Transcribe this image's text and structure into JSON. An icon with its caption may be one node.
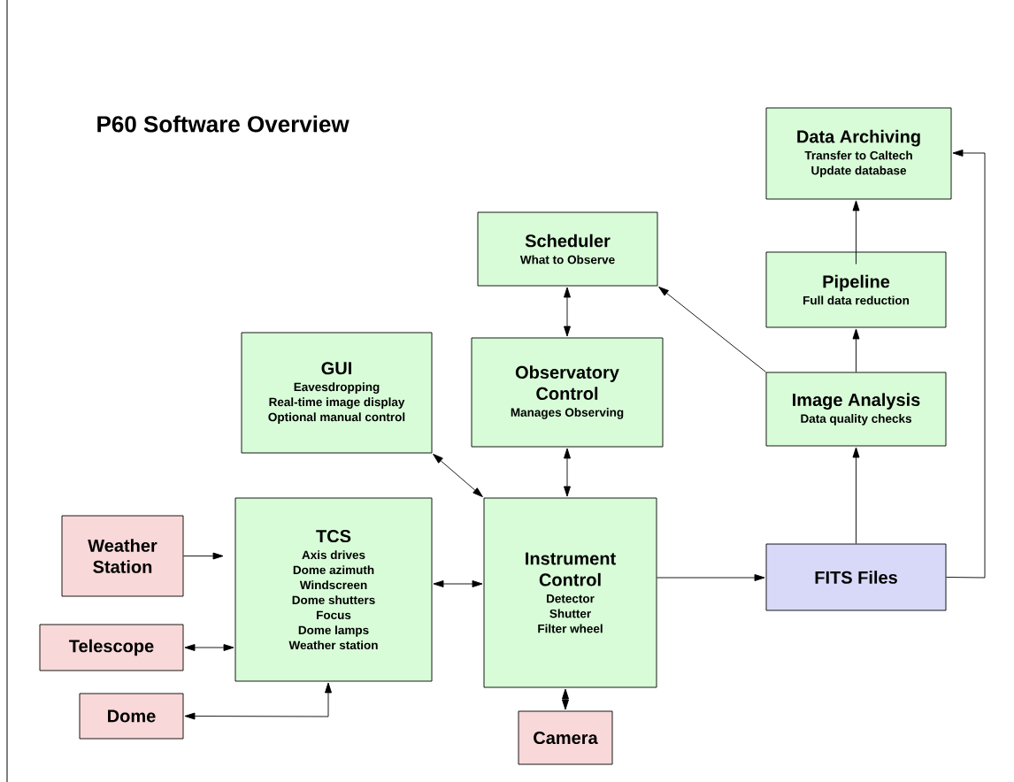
{
  "diagram": {
    "title": "P60 Software Overview",
    "nodes": [
      {
        "text": [
          "Data Archiving",
          "Transfer to Caltech",
          "Update database"
        ]
      },
      {
        "text": [
          "Scheduler",
          "What to Observe"
        ]
      },
      {
        "text": [
          "Pipeline",
          "Full data reduction"
        ]
      },
      {
        "text": [
          "GUI",
          "Eavesdropping",
          "Real-time image display",
          "Optional manual control"
        ]
      },
      {
        "text": [
          "Observatory Control",
          "Manages Observing"
        ]
      },
      {
        "text": [
          "Image Analysis",
          "Data quality checks"
        ]
      },
      {
        "text": [
          "Weather Station"
        ]
      },
      {
        "text": [
          "TCS",
          "Axis drives",
          "Dome azimuth",
          "Windscreen",
          "Dome shutters",
          "Focus",
          "Dome lamps",
          "Weather station"
        ]
      },
      {
        "text": [
          "Instrument Control",
          "Detector",
          "Shutter",
          "Filter wheel"
        ]
      },
      {
        "text": [
          "FITS Files"
        ]
      },
      {
        "text": [
          "Telescope"
        ]
      },
      {
        "text": [
          "Dome"
        ]
      },
      {
        "text": [
          "Camera"
        ]
      }
    ],
    "edges": [
      {
        "from": 6,
        "to": 7,
        "arrow": "to"
      },
      {
        "from": 10,
        "to": 7,
        "arrow": "both"
      },
      {
        "from": 11,
        "to": 7,
        "arrow": "both"
      },
      {
        "from": 7,
        "to": 8,
        "arrow": "both"
      },
      {
        "from": 3,
        "to": 8,
        "arrow": "both"
      },
      {
        "from": 4,
        "to": 8,
        "arrow": "both"
      },
      {
        "from": 1,
        "to": 4,
        "arrow": "both"
      },
      {
        "from": 8,
        "to": 9,
        "arrow": "to"
      },
      {
        "from": 9,
        "to": 5,
        "arrow": "to"
      },
      {
        "from": 5,
        "to": 2,
        "arrow": "to"
      },
      {
        "from": 2,
        "to": 0,
        "arrow": "to"
      },
      {
        "from": 5,
        "to": 1,
        "arrow": "to"
      },
      {
        "from": 8,
        "to": 12,
        "arrow": "both"
      },
      {
        "from": 9,
        "to": 0,
        "arrow": "to"
      }
    ]
  }
}
